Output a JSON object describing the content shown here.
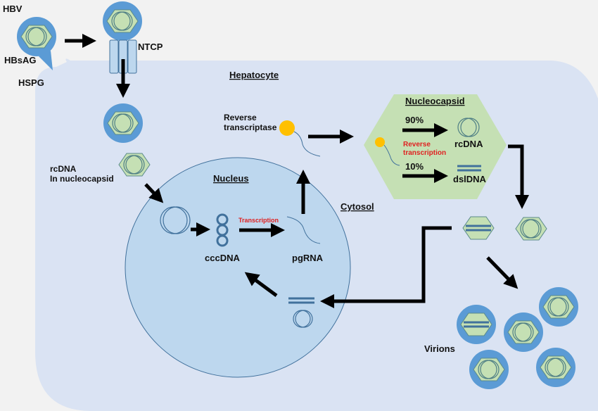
{
  "diagram": {
    "title": "HBV life cycle in hepatocyte",
    "colors": {
      "background": "#f2f2f2",
      "cell": "#dae3f3",
      "nucleus": "#bdd7ee",
      "envelope": "#5b9bd5",
      "capsid": "#c5e0b4",
      "dna_line": "#41719c",
      "polymerase": "#ffc000",
      "arrow": "#000000",
      "highlight_text": "#e02020"
    },
    "labels": {
      "hbv": "HBV",
      "hbsag": "HBsAG",
      "hspg": "HSPG",
      "ntcp": "NTCP",
      "hepatocyte": "Hepatocyte",
      "rcdna_nucleocapsid_1": "rcDNA",
      "rcdna_nucleocapsid_2": "In nucleocapsid",
      "nucleus": "Nucleus",
      "cccdna": "cccDNA",
      "transcription": "Transcription",
      "pgrna": "pgRNA",
      "cytosol": "Cytosol",
      "reverse_transcriptase_1": "Reverse",
      "reverse_transcriptase_2": "transcriptase",
      "nucleocapsid": "Nucleocapsid",
      "pct_90": "90%",
      "pct_10": "10%",
      "reverse_transcription_1": "Reverse",
      "reverse_transcription_2": "transcription",
      "rcdna": "rcDNA",
      "dsldna": "dslDNA",
      "virions": "Virions"
    }
  }
}
